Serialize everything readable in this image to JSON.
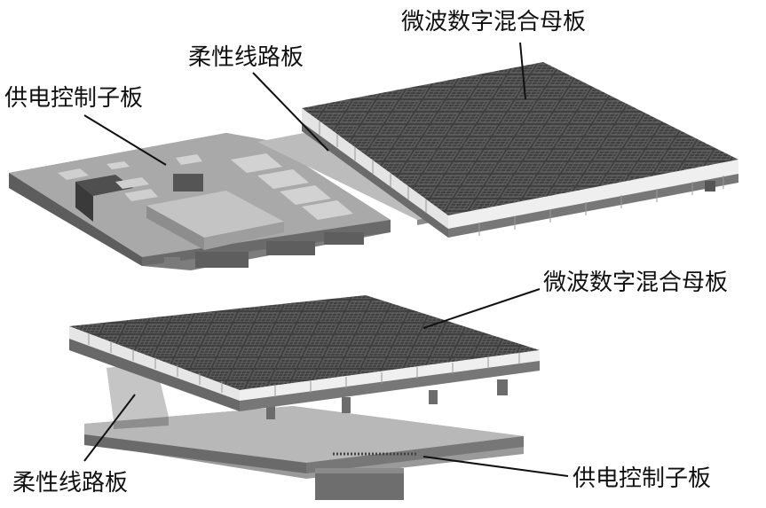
{
  "labels": {
    "top_mother_board": "微波数字混合母板",
    "top_flex_board": "柔性线路板",
    "top_power_board": "供电控制子板",
    "bottom_mother_board": "微波数字混合母板",
    "bottom_flex_board": "柔性线路板",
    "bottom_power_board": "供电控制子板"
  }
}
